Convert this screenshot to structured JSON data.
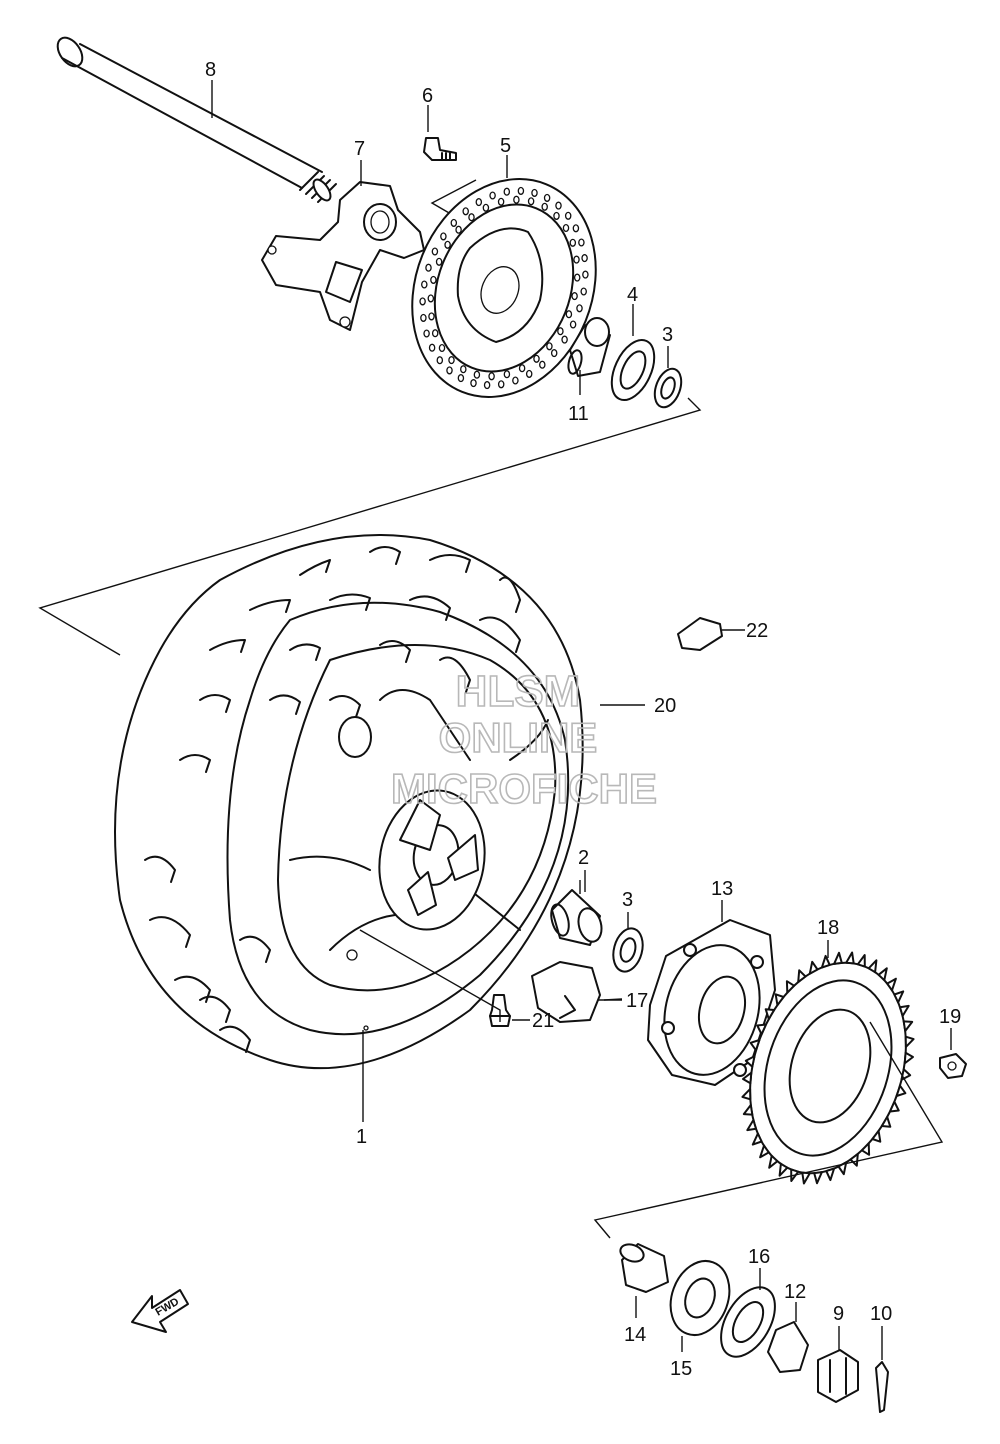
{
  "callouts": [
    {
      "id": "1",
      "label": "1"
    },
    {
      "id": "2",
      "label": "2"
    },
    {
      "id": "3a",
      "label": "3"
    },
    {
      "id": "3b",
      "label": "3"
    },
    {
      "id": "4",
      "label": "4"
    },
    {
      "id": "5",
      "label": "5"
    },
    {
      "id": "6",
      "label": "6"
    },
    {
      "id": "7",
      "label": "7"
    },
    {
      "id": "8",
      "label": "8"
    },
    {
      "id": "9",
      "label": "9"
    },
    {
      "id": "10",
      "label": "10"
    },
    {
      "id": "11",
      "label": "11"
    },
    {
      "id": "12",
      "label": "12"
    },
    {
      "id": "13",
      "label": "13"
    },
    {
      "id": "14",
      "label": "14"
    },
    {
      "id": "15",
      "label": "15"
    },
    {
      "id": "16",
      "label": "16"
    },
    {
      "id": "17",
      "label": "17"
    },
    {
      "id": "18",
      "label": "18"
    },
    {
      "id": "19",
      "label": "19"
    },
    {
      "id": "20",
      "label": "20"
    },
    {
      "id": "21",
      "label": "21"
    },
    {
      "id": "22",
      "label": "22"
    }
  ],
  "watermark": {
    "line1": "HLSM",
    "line2": "ONLINE",
    "line3": "MICROFICHE",
    "color": "#b8b8b8"
  },
  "fwd_arrow": {
    "label": "FWD"
  },
  "colors": {
    "ink": "#111111",
    "background": "#ffffff"
  }
}
